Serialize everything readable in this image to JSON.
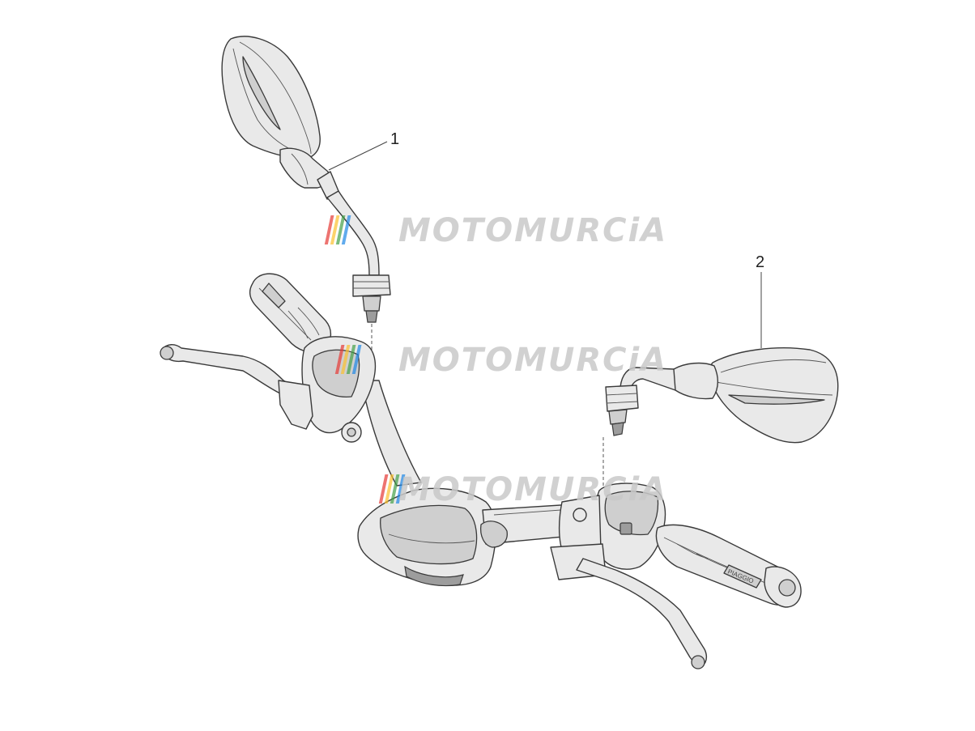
{
  "callouts": [
    {
      "id": "1",
      "label": "1"
    },
    {
      "id": "2",
      "label": "2"
    }
  ],
  "watermark": {
    "text": "MOTOMURCiA",
    "stripe_colors": [
      "#e53935",
      "#fbc02d",
      "#43a047",
      "#1e88e5"
    ],
    "repeat": 3
  },
  "grip_brand": "PIAGGIO",
  "colors": {
    "line": "#3a3a3a",
    "part_fill": "#e9e9e9",
    "shade": "#cfcfcf",
    "watermark": "#c9c9c9"
  }
}
